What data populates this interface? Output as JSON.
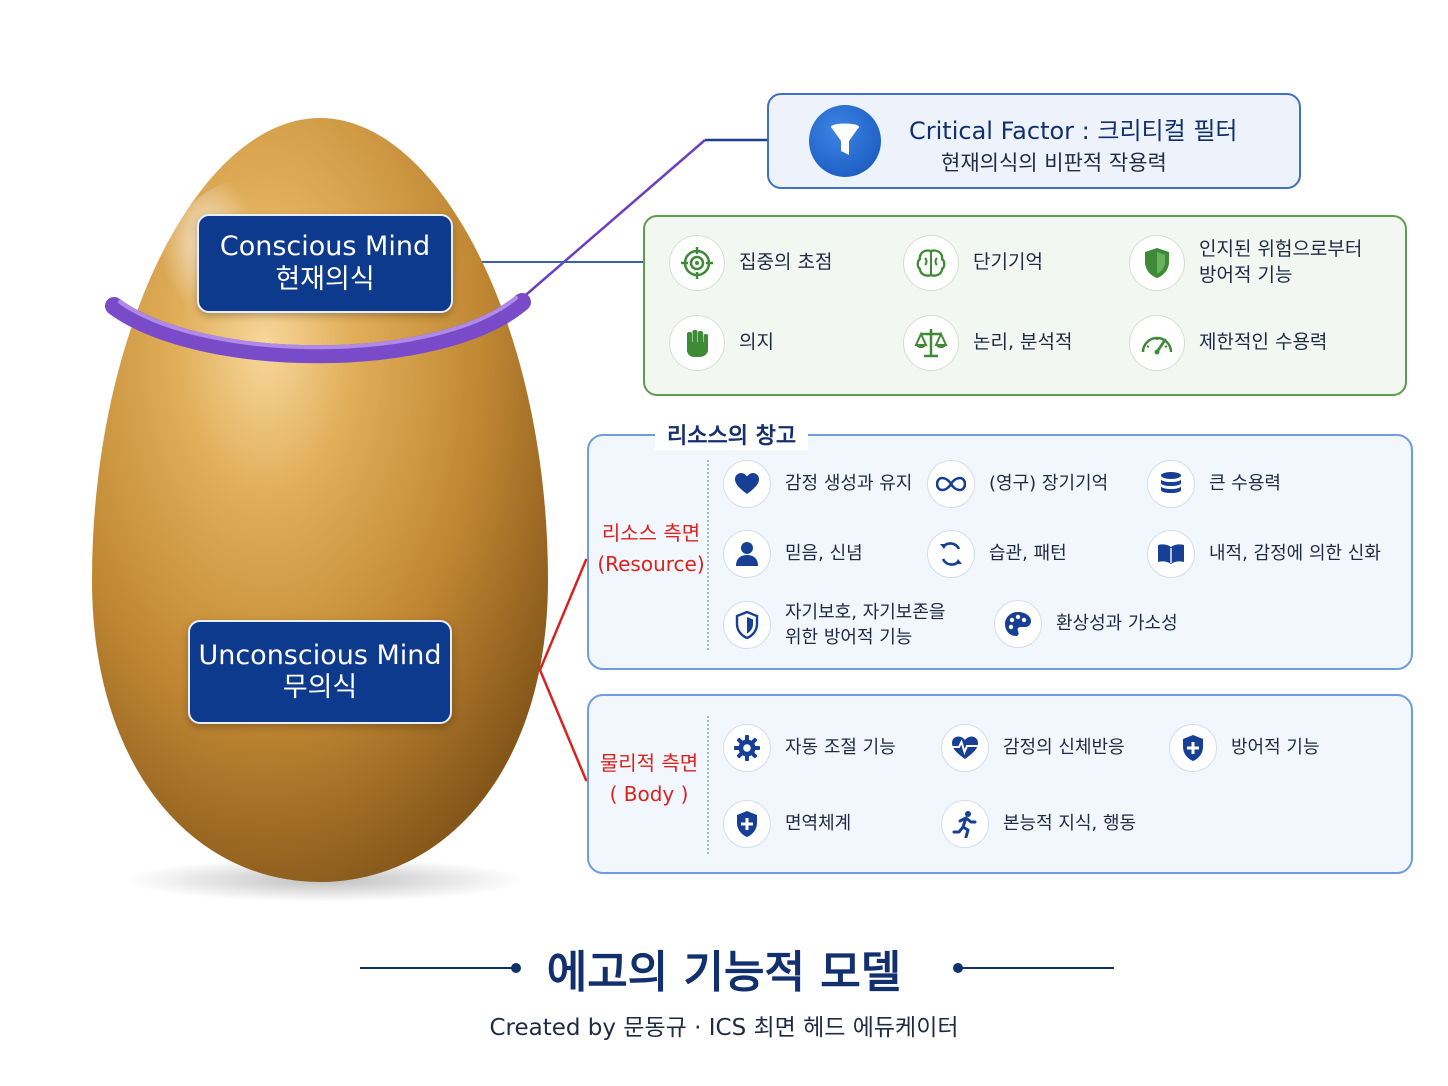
{
  "colors": {
    "navy": "#0d3a8c",
    "purple_band": "#7a4bc9",
    "green_border": "#5e9d4e",
    "blue_border": "#6f9be0",
    "red_accent": "#d9231f",
    "egg_gold": "#c8943c"
  },
  "egg": {
    "conscious": {
      "line1": "Conscious Mind",
      "line2": "현재의식"
    },
    "unconscious": {
      "line1": "Unconscious Mind",
      "line2": "무의식"
    }
  },
  "critical_factor": {
    "icon": "funnel-icon",
    "title": "Critical Factor : 크리티컬 필터",
    "subtitle": "현재의식의 비판적 작용력"
  },
  "conscious_functions": [
    {
      "icon": "target-icon",
      "text": "집중의 초점"
    },
    {
      "icon": "brain-icon",
      "text": "단기기억"
    },
    {
      "icon": "shield-icon",
      "line1": "인지된 위험으로부터",
      "line2": "방어적 기능"
    },
    {
      "icon": "fist-icon",
      "text": "의지"
    },
    {
      "icon": "scales-icon",
      "text": "논리, 분석적"
    },
    {
      "icon": "gauge-icon",
      "text": "제한적인 수용력"
    }
  ],
  "resource": {
    "heading": "리소스의 창고",
    "side_label": {
      "line1": "리소스 측면",
      "line2": "(Resource)"
    },
    "items": [
      {
        "icon": "heart-icon",
        "text": "감정 생성과 유지"
      },
      {
        "icon": "infinity-icon",
        "text": "(영구) 장기기억"
      },
      {
        "icon": "database-icon",
        "text": "큰 수용력"
      },
      {
        "icon": "person-icon",
        "text": "믿음, 신념"
      },
      {
        "icon": "cycle-icon",
        "text": "습관, 패턴"
      },
      {
        "icon": "book-icon",
        "text": "내적, 감정에 의한 신화"
      },
      {
        "icon": "shield-icon",
        "line1": "자기보호, 자기보존을",
        "line2": "위한 방어적 기능"
      },
      {
        "icon": "palette-icon",
        "text": "환상성과 가소성"
      }
    ]
  },
  "body": {
    "side_label": {
      "line1": "물리적 측면",
      "line2": "( Body )"
    },
    "items": [
      {
        "icon": "gear-icon",
        "text": "자동 조절 기능"
      },
      {
        "icon": "heartbeat-icon",
        "text": "감정의 신체반응"
      },
      {
        "icon": "shield-plus-icon",
        "text": "방어적 기능"
      },
      {
        "icon": "shield-plus-icon",
        "text": "면역체계"
      },
      {
        "icon": "running-icon",
        "text": "본능적 지식, 행동"
      }
    ]
  },
  "footer": {
    "title": "에고의 기능적 모델",
    "credit": "Created by 문동규 · ICS 최면 헤드 에듀케이터"
  }
}
